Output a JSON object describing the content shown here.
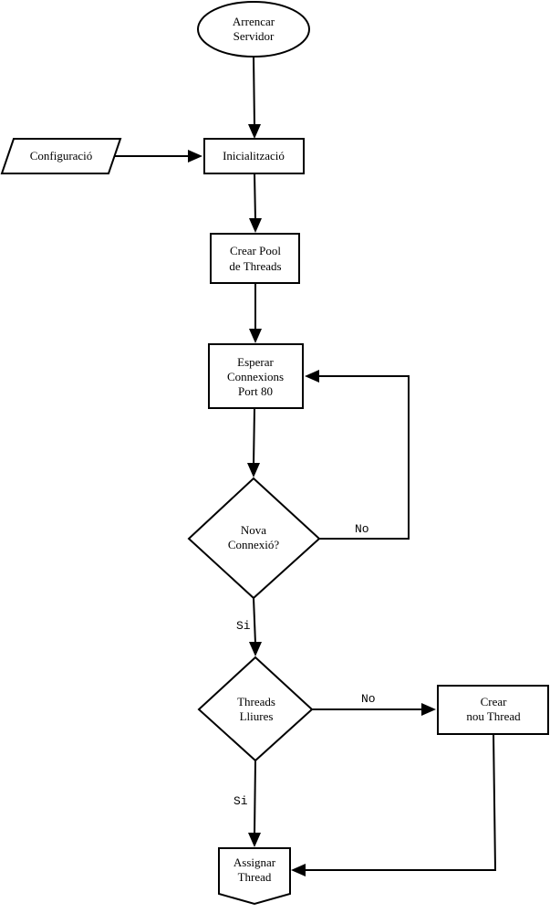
{
  "diagram": {
    "nodes": {
      "start": {
        "shape": "ellipse",
        "lines": [
          "Arrencar",
          "Servidor"
        ]
      },
      "config": {
        "shape": "parallelogram",
        "lines": [
          "Configuració"
        ]
      },
      "init": {
        "shape": "rectangle",
        "lines": [
          "Inicialització"
        ]
      },
      "pool": {
        "shape": "rectangle",
        "lines": [
          "Crear Pool",
          "de Threads"
        ]
      },
      "wait": {
        "shape": "rectangle",
        "lines": [
          "Esperar",
          "Connexions",
          "Port 80"
        ]
      },
      "new_conn": {
        "shape": "diamond",
        "lines": [
          "Nova",
          "Connexió?"
        ]
      },
      "free_threads": {
        "shape": "diamond",
        "lines": [
          "Threads",
          "Lliures"
        ]
      },
      "create_thread": {
        "shape": "rectangle",
        "lines": [
          "Crear",
          "nou Thread"
        ]
      },
      "assign": {
        "shape": "pentagon",
        "lines": [
          "Assignar",
          "Thread"
        ]
      }
    },
    "edges": {
      "new_conn_no": {
        "from": "new_conn",
        "to": "wait",
        "label": "No"
      },
      "new_conn_yes": {
        "from": "new_conn",
        "to": "free_threads",
        "label": "Si"
      },
      "free_no": {
        "from": "free_threads",
        "to": "create_thread",
        "label": "No"
      },
      "free_yes": {
        "from": "free_threads",
        "to": "assign",
        "label": "Si"
      }
    },
    "colors": {
      "stroke": "#000000",
      "fill": "#ffffff",
      "text": "#000000"
    }
  }
}
